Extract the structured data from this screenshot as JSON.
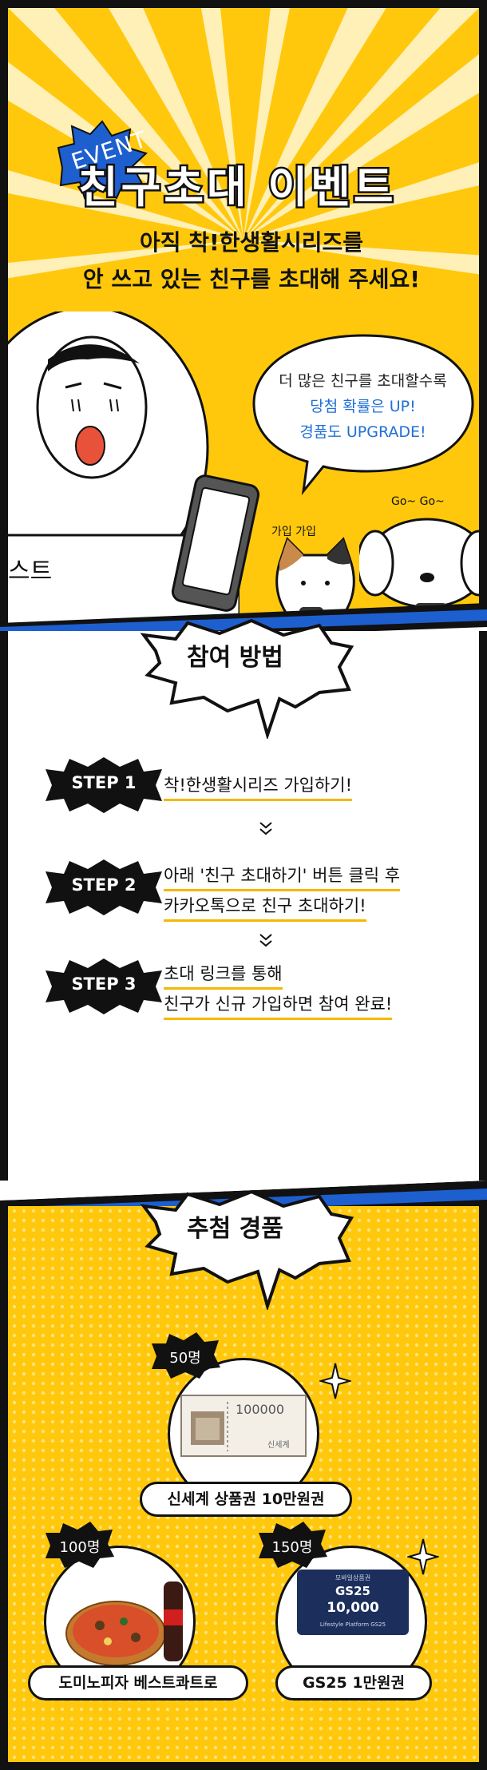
{
  "hero": {
    "event_badge": "EVENT",
    "title": "친구초대 이벤트",
    "subtitle_line1": "아직 착!한생활시리즈를",
    "subtitle_line2": "안 쓰고 있는 친구를 초대해 주세요!",
    "bubble_line1": "더 많은 친구를 초대할수록",
    "bubble_line2": "당첨 확률은 UP!",
    "bubble_line3": "경품도 UPGRADE!",
    "join_label": "가입 가입",
    "go_label": "Go~ Go~",
    "shirt_text": "스트"
  },
  "how": {
    "heading": "참여 방법",
    "steps": [
      {
        "badge": "STEP 1",
        "lines": [
          "착!한생활시리즈 가입하기!"
        ]
      },
      {
        "badge": "STEP 2",
        "lines": [
          "아래 '친구 초대하기' 버튼 클릭 후",
          "카카오톡으로 친구 초대하기!"
        ]
      },
      {
        "badge": "STEP 3",
        "lines": [
          "초대 링크를 통해",
          "친구가 신규 가입하면 참여 완료!"
        ]
      }
    ]
  },
  "prizes": {
    "heading": "추첨 경품",
    "items": [
      {
        "count": "50명",
        "name": "신세계 상품권 10만원권",
        "voucher_amount": "100000",
        "voucher_brand": "신세계"
      },
      {
        "count": "100명",
        "name": "도미노피자 베스트콰트로"
      },
      {
        "count": "150명",
        "name": "GS25 1만원권",
        "card_title": "모바일상품권",
        "card_brand": "GS25",
        "card_amount": "10,000",
        "card_footer": "Lifestyle Platform GS25"
      }
    ]
  },
  "colors": {
    "yellow": "#ffc80c",
    "blue": "#1e5fd0",
    "ink": "#111111",
    "underline": "#f5b800"
  }
}
